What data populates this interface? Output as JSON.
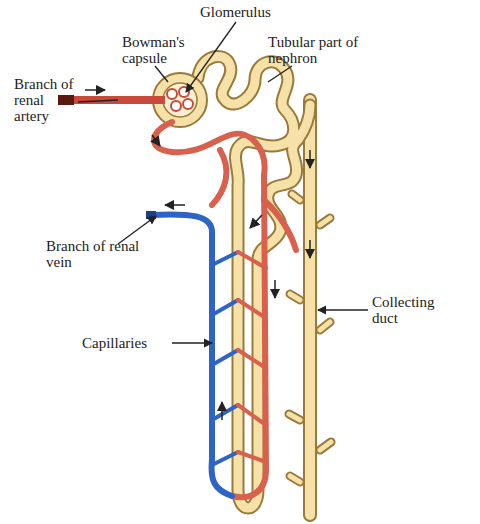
{
  "diagram": {
    "labels": [
      "Glomerulus",
      "Bowman's capsule",
      "Tubular part of nephron",
      "Branch of renal artery",
      "Branch of renal vein",
      "Collecting duct",
      "Capillaries"
    ]
  }
}
